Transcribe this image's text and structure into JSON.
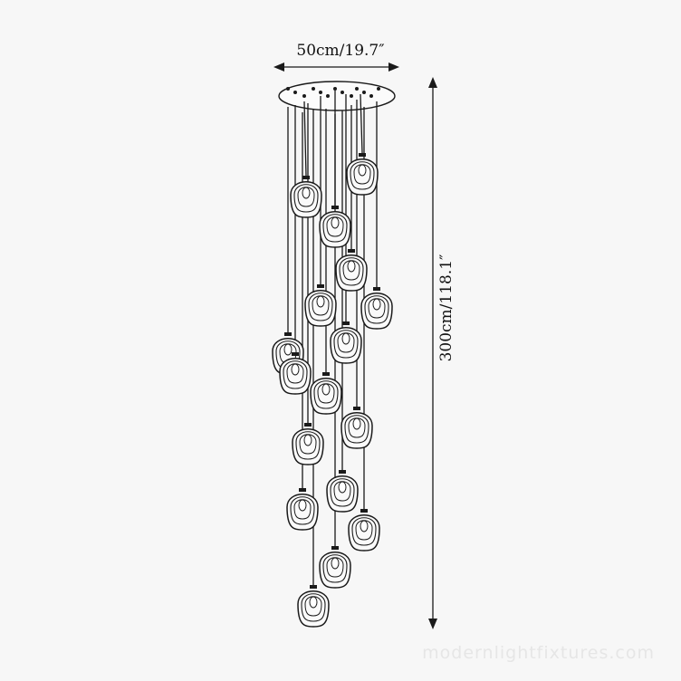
{
  "dimensions": {
    "width_label": "50cm/19.7″",
    "height_label": "300cm/118.1″"
  },
  "pendant_count": 17,
  "watermark": "modernlightfixtures.com",
  "colors": {
    "background": "#f7f7f7",
    "line": "#1a1a1a",
    "watermark": "#e6e6e6"
  }
}
